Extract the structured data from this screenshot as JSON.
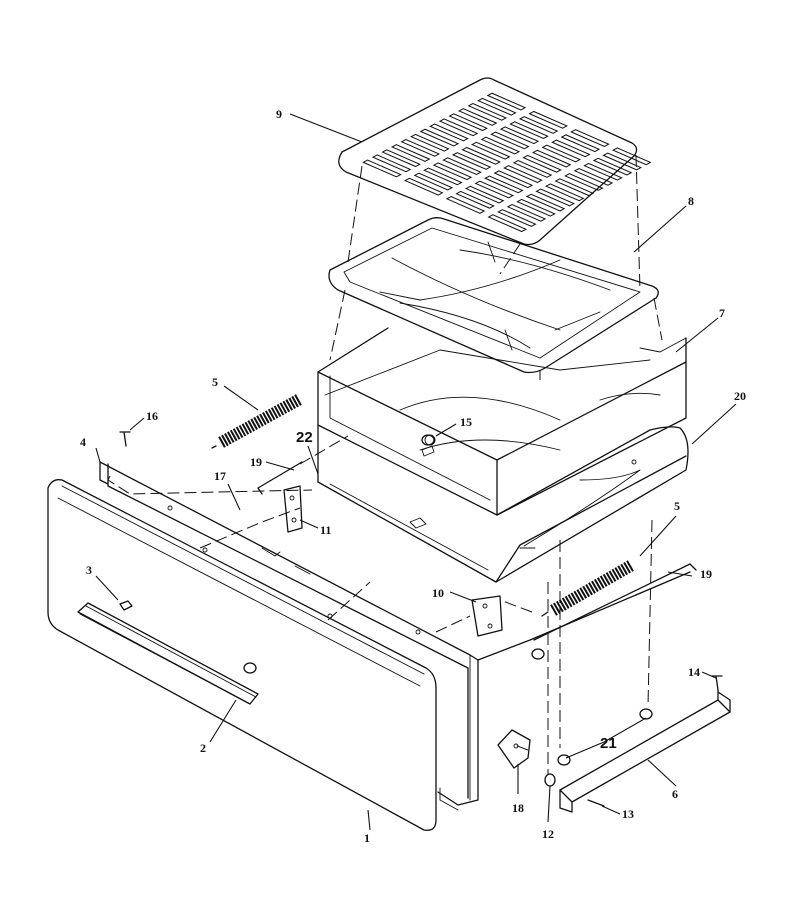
{
  "labels": {
    "p1": "1",
    "p2": "2",
    "p3": "3",
    "p4": "4",
    "p5a": "5",
    "p5b": "5",
    "p6": "6",
    "p7": "7",
    "p8": "8",
    "p9": "9",
    "p10": "10",
    "p11": "11",
    "p12": "12",
    "p13": "13",
    "p14": "14",
    "p15": "15",
    "p16": "16",
    "p17": "17",
    "p18": "18",
    "p19a": "19",
    "p19b": "19",
    "p20": "20",
    "p21": "21",
    "p22": "22"
  }
}
